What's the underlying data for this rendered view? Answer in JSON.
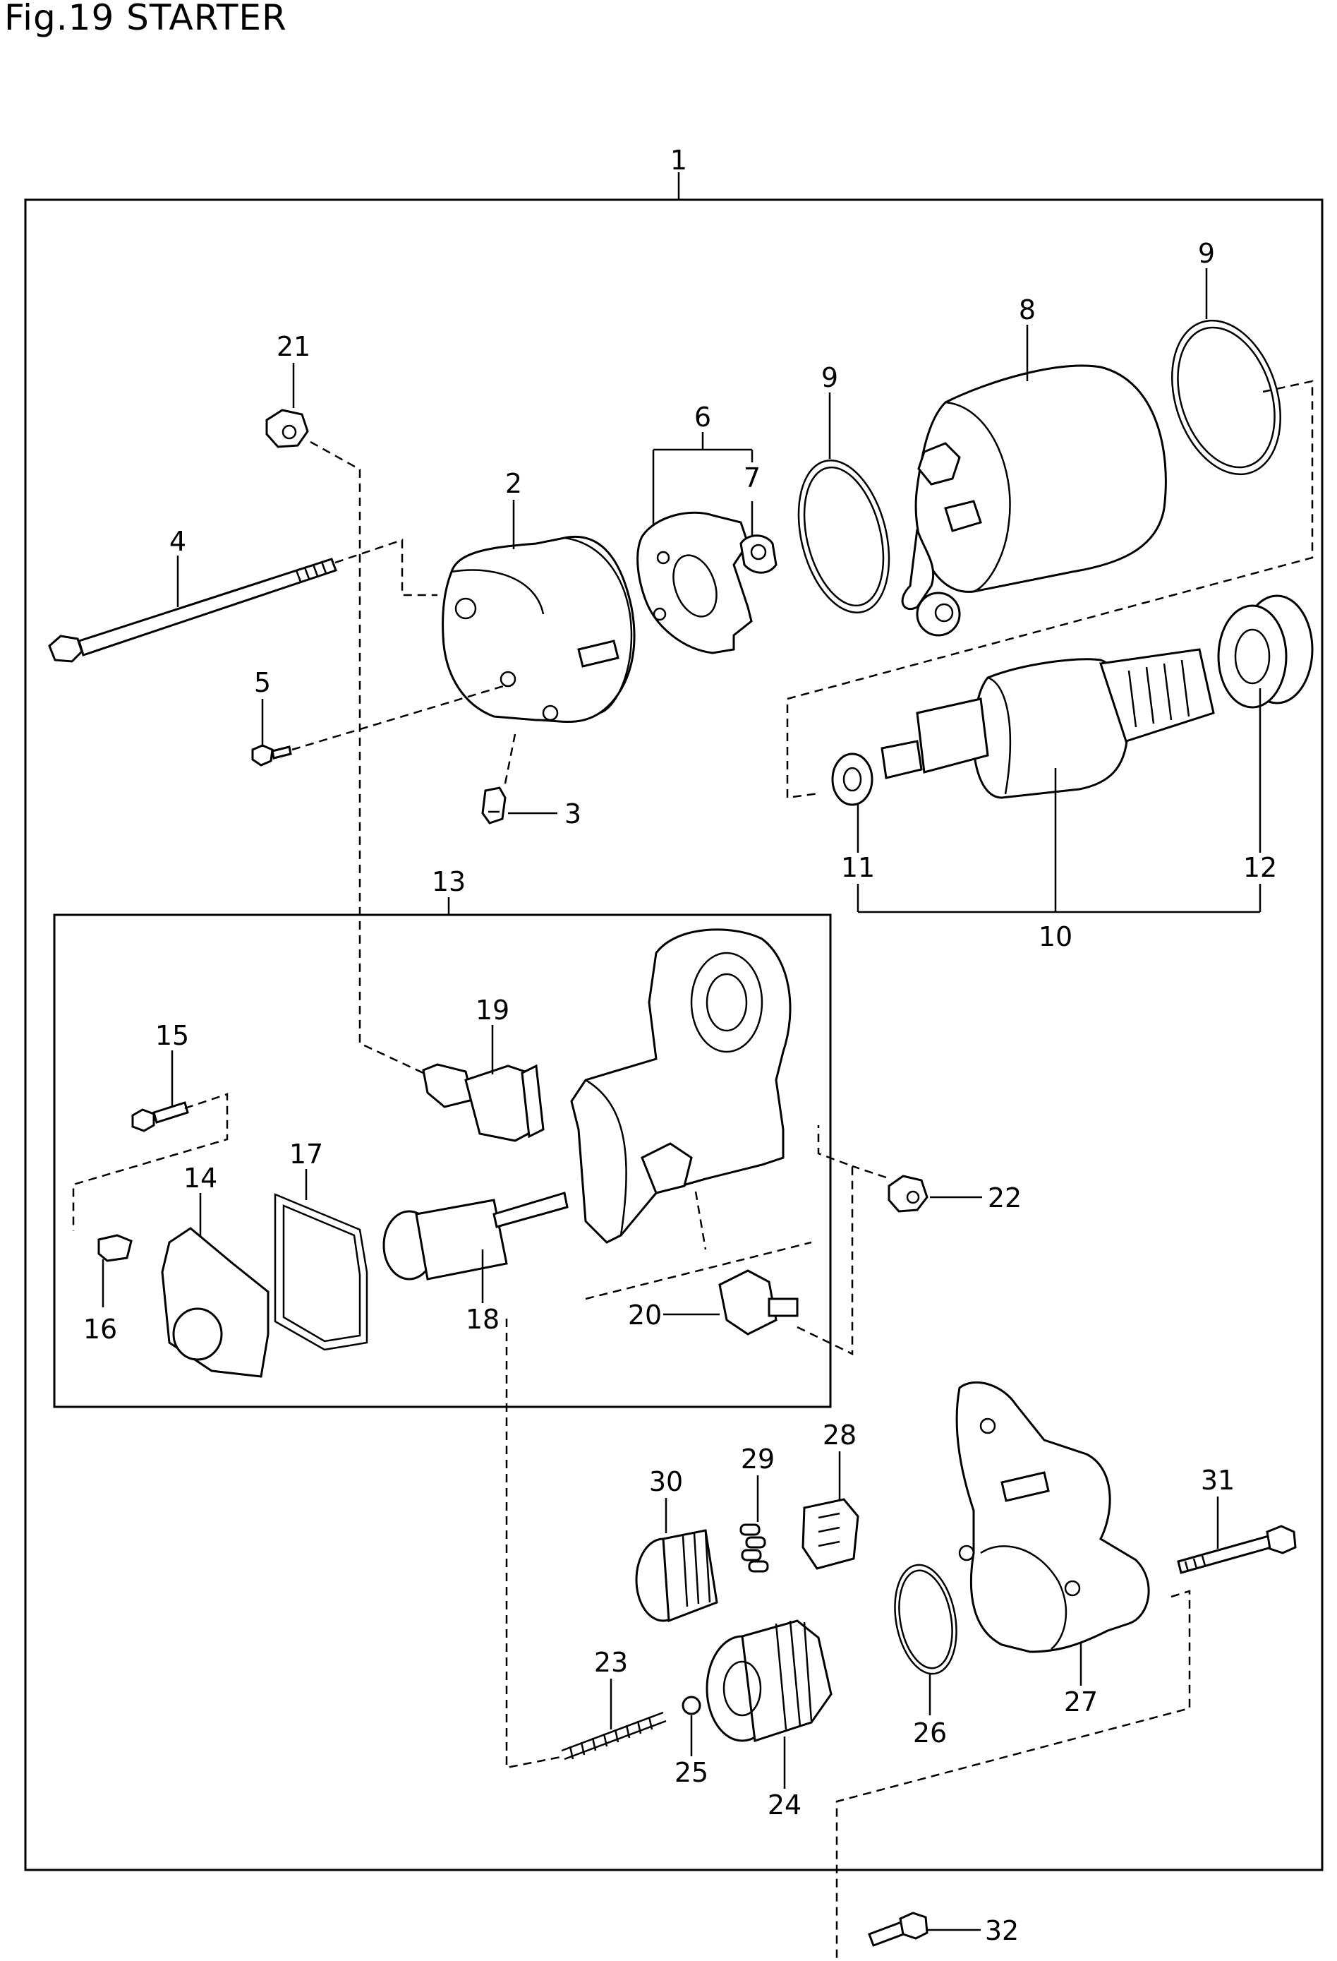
{
  "title": "Fig.19 STARTER",
  "labels": {
    "l1": "1",
    "l2": "2",
    "l3": "3",
    "l4": "4",
    "l5": "5",
    "l6": "6",
    "l7": "7",
    "l8": "8",
    "l9a": "9",
    "l9b": "9",
    "l10": "10",
    "l11": "11",
    "l12": "12",
    "l13": "13",
    "l14": "14",
    "l15": "15",
    "l16": "16",
    "l17": "17",
    "l18": "18",
    "l19": "19",
    "l20": "20",
    "l21": "21",
    "l22": "22",
    "l23": "23",
    "l24": "24",
    "l25": "25",
    "l26": "26",
    "l27": "27",
    "l28": "28",
    "l29": "29",
    "l30": "30",
    "l31": "31",
    "l32": "32"
  }
}
